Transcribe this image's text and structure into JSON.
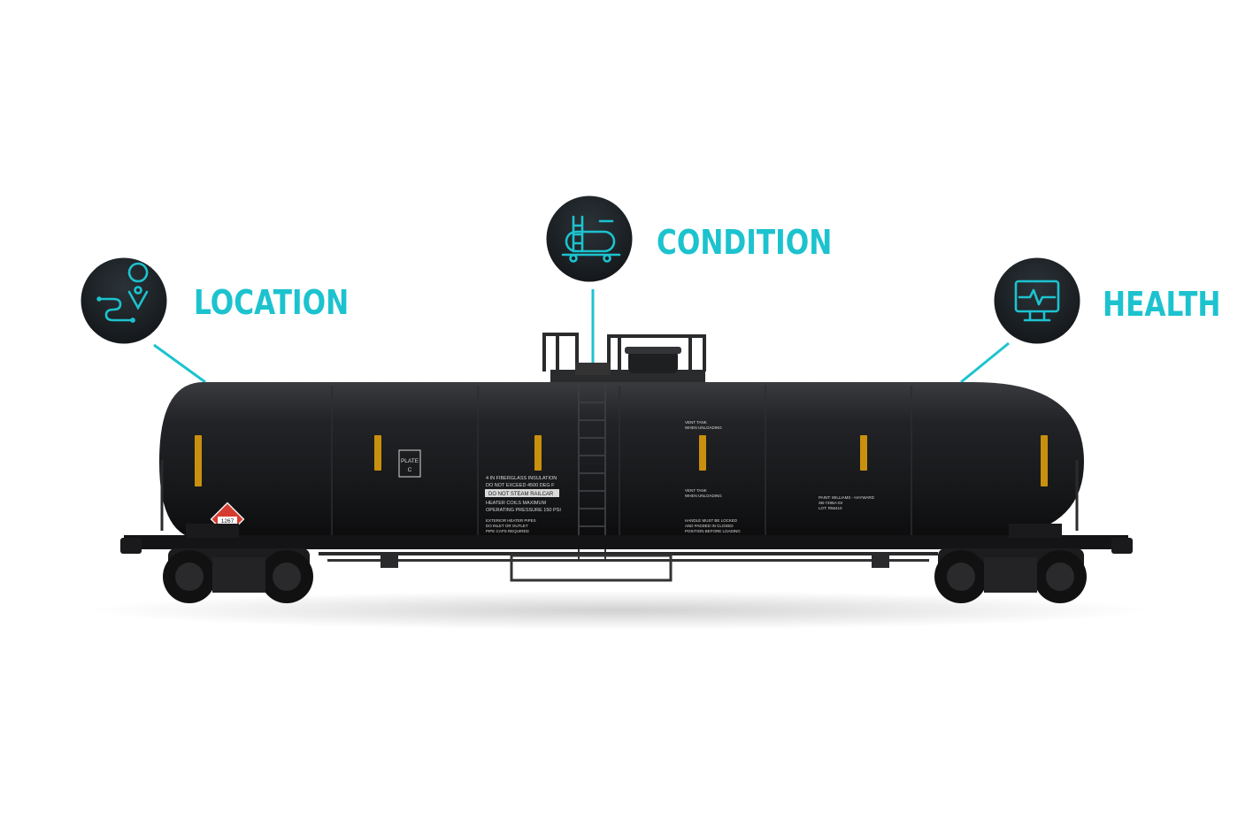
{
  "colors": {
    "accent": "#1cc3cf",
    "badge_dark": "#161c20",
    "tank_body": "#1b1c1e",
    "stripe": "#c9900f"
  },
  "callouts": [
    {
      "label": "LOCATION",
      "icon": "location-route-icon"
    },
    {
      "label": "CONDITION",
      "icon": "tank-car-icon"
    },
    {
      "label": "HEALTH",
      "icon": "monitor-heartbeat-icon"
    }
  ],
  "railcar": {
    "plate": {
      "line1": "PLATE",
      "line2": "C"
    },
    "hazmat_number": "1267",
    "stencils": {
      "insulation": [
        "4 IN FIBERGLASS INSULATION",
        "DO NOT EXCEED 4500 DEG F"
      ],
      "warning_box": "DO NOT STEAM RAILCAR",
      "heater": [
        "HEATER COILS MAXIMUM",
        "OPERATING PRESSURE 150 PSI"
      ],
      "exterior": [
        "EXTERIOR HEATER PIPES",
        "DO INLET OR OUTLET",
        "PIPE CAPS REQUIRED"
      ],
      "vent_top": [
        "VENT TANK",
        "WHEN UNLOADING"
      ],
      "vent_mid": [
        "VENT TANK",
        "WHEN UNLOADING"
      ],
      "handle": [
        "HANDLE MUST BE LOCKED",
        "AND PADDED IN CLOSED",
        "POSITION BEFORE LOADING"
      ],
      "paint": [
        "PAINT: WILLIAMS - HAYWARD",
        "SB-7495A-03",
        "LOT: R56410"
      ]
    }
  }
}
